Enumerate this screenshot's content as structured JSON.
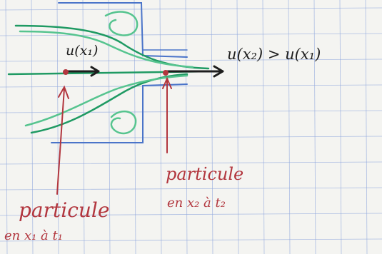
{
  "labels": {
    "velocity_x1": "u(x₁)",
    "inequality": "u(x₂) > u(x₁)",
    "particle_1_word": "particule",
    "particle_1_where": "en x₁ à t₁",
    "particle_2_word": "particule",
    "particle_2_where": "en x₂ à t₂"
  },
  "colors": {
    "grid": "#8ea6dd",
    "pipe": "#4a74c9",
    "streamline_dark": "#1f9a63",
    "streamline_light": "#56c48f",
    "ink_black": "#1d1d1d",
    "ink_red": "#b2363e"
  }
}
